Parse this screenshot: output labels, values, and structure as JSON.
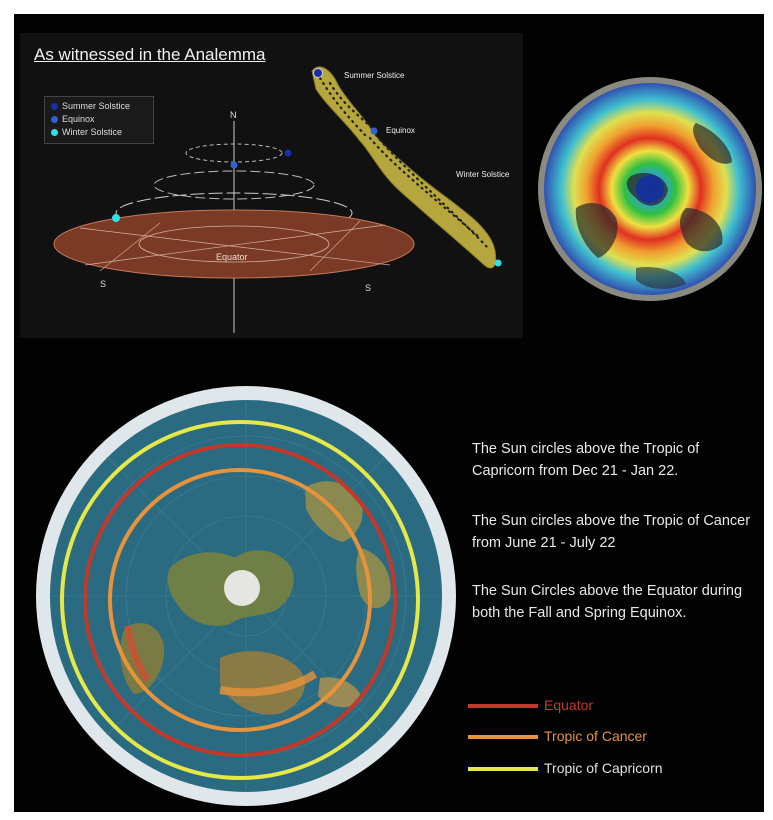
{
  "analemma": {
    "title": "As witnessed in the Analemma",
    "legend": [
      {
        "label": "Summer Solstice",
        "color": "#1b2ea8"
      },
      {
        "label": "Equinox",
        "color": "#2f62d6"
      },
      {
        "label": "Winter Solstice",
        "color": "#2de0e8"
      }
    ],
    "figure_labels": {
      "north": "N",
      "south_left": "S",
      "south_right": "S",
      "equator": "Equator",
      "summer_solstice": "Summer Solstice",
      "equinox": "Equinox",
      "winter_solstice": "Winter Solstice"
    },
    "disc_color": "#7a3a25",
    "analemma_color": "#b5a63d"
  },
  "notes": [
    "The Sun circles above the Tropic of Capricorn from Dec 21 - Jan 22.",
    "The Sun circles above the Tropic of Cancer from June 21 - July 22",
    "The Sun Circles above the Equator during both the Fall and Spring Equinox."
  ],
  "key": [
    {
      "label": "Equator",
      "color": "#c0392b"
    },
    {
      "label": "Tropic of Cancer",
      "color": "#e8923a"
    },
    {
      "label": "Tropic of Capricorn",
      "color": "#e6e84a"
    }
  ],
  "map": {
    "ocean_color": "#2a6b82",
    "rim_color": "#dfe7ea",
    "land_color": "#7a8a4a"
  }
}
